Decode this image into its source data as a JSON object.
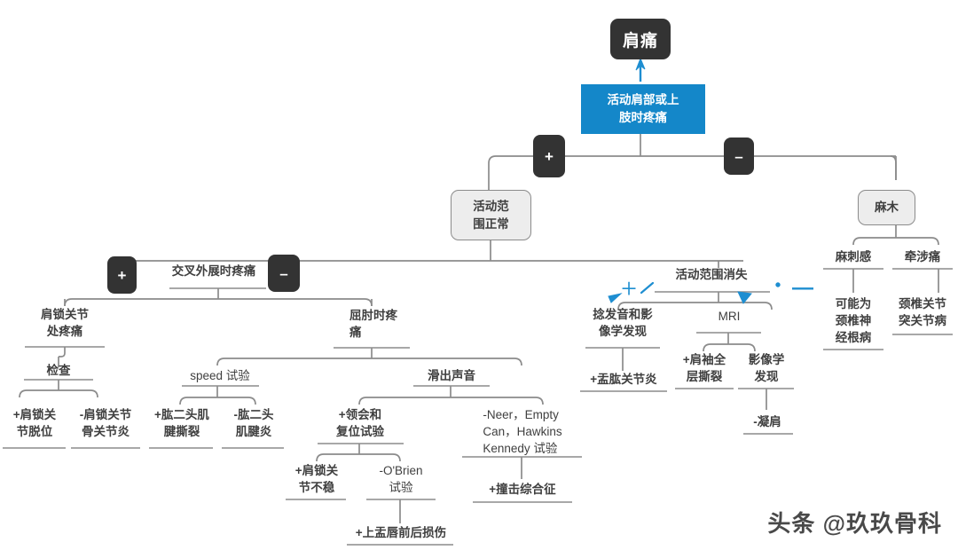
{
  "title_node": {
    "label": "肩痛"
  },
  "root_symptom": {
    "label": "活动肩部或上\n肢时疼痛"
  },
  "badges": {
    "level1_plus": "+",
    "level1_minus": "–",
    "level2_plus": "+",
    "level2_minus": "–"
  },
  "branches": {
    "rom_normal": "活动范\n围正常",
    "numbness": "麻木"
  },
  "left_branch": {
    "cross_adduction": "交叉外展时疼痛",
    "ac_joint_pain": "肩锁关节\n处疼痛",
    "elbow_flexion_pain": "屈肘时疼\n痛",
    "examination": "检查",
    "ac_dislocation": "+肩锁关\n节脱位",
    "ac_osteoarthritis": "-肩锁关节\n骨关节炎",
    "speed_test": "speed 试验",
    "biceps_tendon_tear": "+肱二头肌\n腱撕裂",
    "biceps_tendinitis": "-肱二头\n肌腱炎",
    "slipping_sound": "滑出声音",
    "apprehension_relocation": "+领会和\n复位试验",
    "neer_empty_can": "-Neer，Empty\nCan，Hawkins\nKennedy 试验",
    "ac_instability": "+肩锁关\n节不稳",
    "obrien_test": "-O'Brien\n试验",
    "impingement_syndrome": "+撞击综合征",
    "slap_lesion": "+上盂唇前后损伤"
  },
  "middle_branch": {
    "rom_lost": "活动范围消失",
    "annot_plus": "+",
    "annot_minus": "—",
    "crepitus_imaging": "捻发音和影\n像学发现",
    "mri": "MRI",
    "glenohumeral_arthritis": "+盂肱关节炎",
    "full_thickness_tear": "+肩袖全\n层撕裂",
    "imaging_findings": "影像学\n发现",
    "frozen_shoulder": "-凝肩"
  },
  "right_branch": {
    "tingling": "麻刺感",
    "referred_pain": "牵涉痛",
    "cervical_radiculopathy": "可能为\n颈椎神\n经根病",
    "cervical_facet": "颈椎关节\n突关节病"
  },
  "watermark": {
    "text": "头条 @玖玖骨科"
  },
  "colors": {
    "dark": "#333333",
    "accent_blue": "#1487c9",
    "annotation_blue": "#1e8ed1",
    "node_gray": "#ededed",
    "line": "#8b8b8b",
    "text": "#3f3f3f"
  }
}
